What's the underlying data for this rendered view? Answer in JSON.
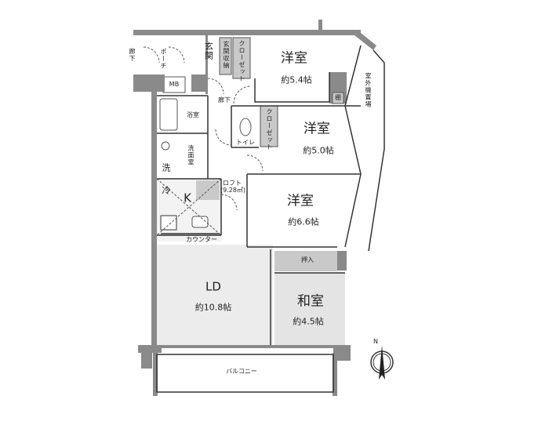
{
  "rooms": {
    "western1": {
      "name": "洋室",
      "size": "約5.4帖"
    },
    "western2": {
      "name": "洋室",
      "size": "約5.0帖"
    },
    "western3": {
      "name": "洋室",
      "size": "約6.6帖"
    },
    "ld": {
      "name": "LD",
      "size": "約10.8帖"
    },
    "japanese": {
      "name": "和室",
      "size": "約4.5帖"
    }
  },
  "labels": {
    "corridor_outer": "廊下",
    "porch": "ポーチ",
    "entrance": "玄関",
    "entrance_storage": "玄関収納",
    "closet1": "クローゼット",
    "closet2": "クローゼット",
    "mb": "MB",
    "corridor": "廊下",
    "bath": "浴室",
    "toilet": "トイレ",
    "washroom": "洗面室",
    "washer": "洗",
    "fridge": "冷",
    "kitchen": "K",
    "loft": "ロフト",
    "loft_area": "(9.28㎡)",
    "counter": "カウンター",
    "shelf": "棚",
    "outdoor_unit": "室外機置場",
    "oshiire": "押入",
    "balcony": "バルコニー",
    "north": "N"
  },
  "colors": {
    "wall": "#8a8a8a",
    "floor_grey": "#ececec",
    "storage": "#c9c9c9",
    "line": "#333333"
  }
}
